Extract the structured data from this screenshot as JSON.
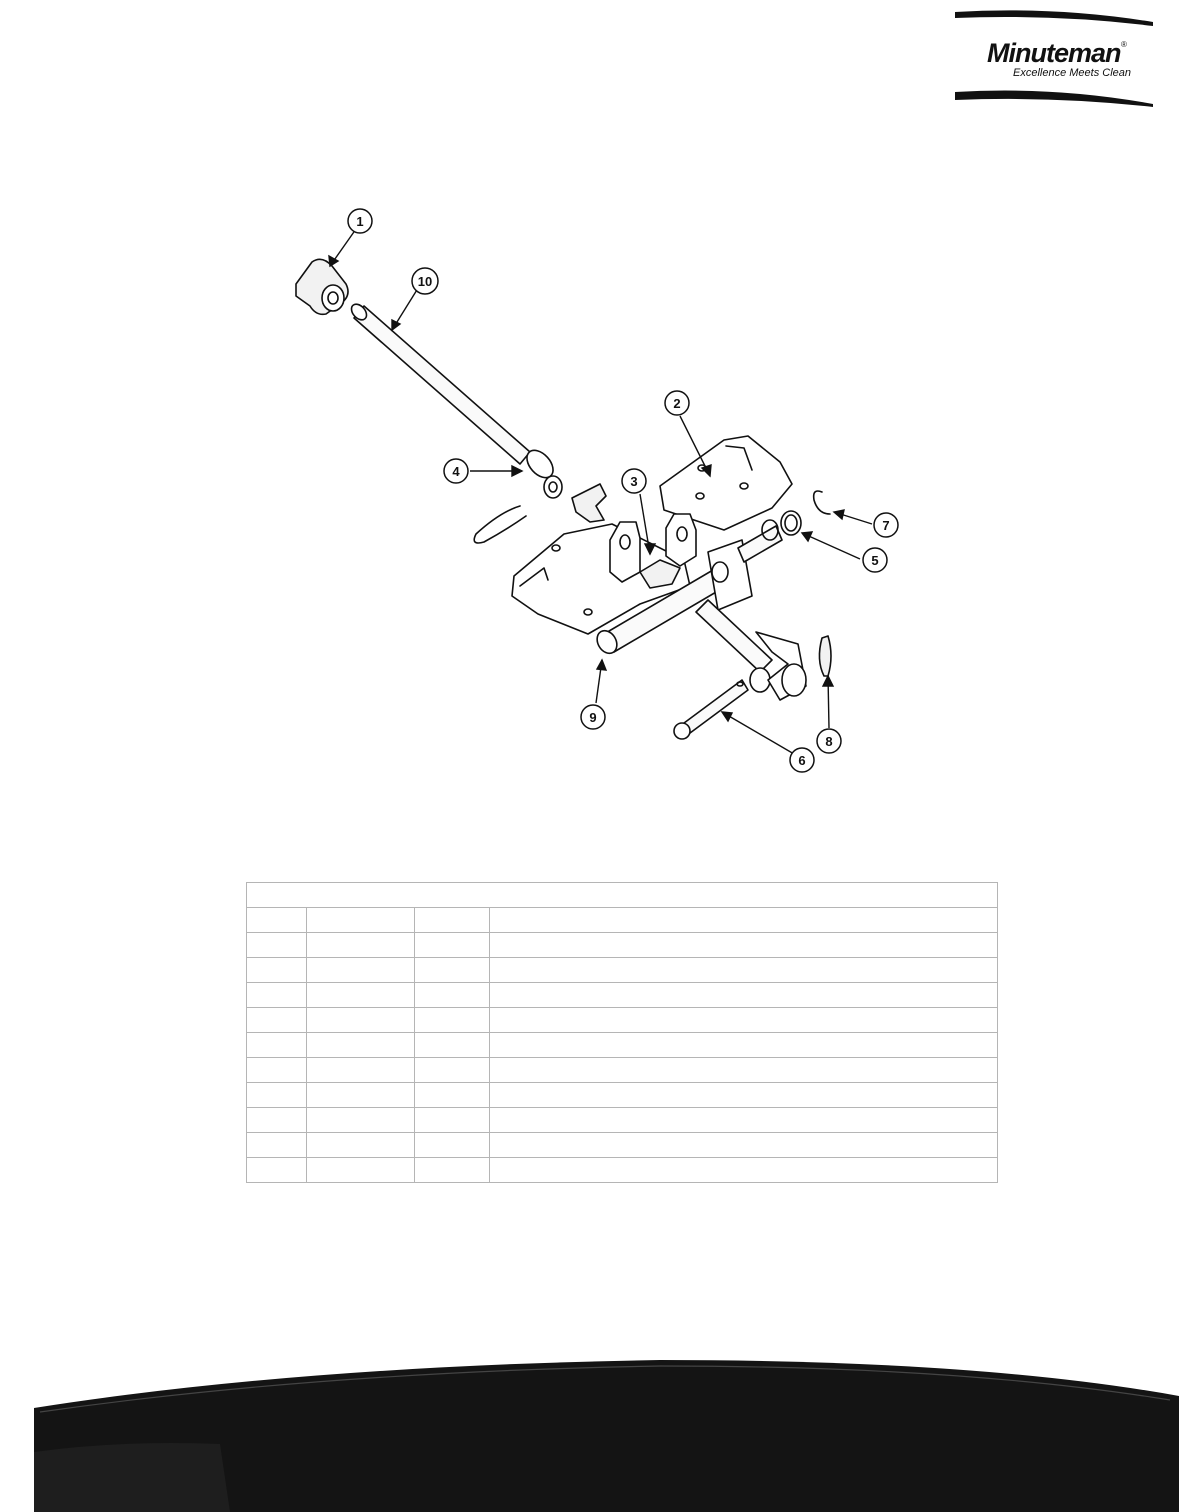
{
  "brand": {
    "name": "Minuteman",
    "registered_mark": "®",
    "tagline": "Excellence Meets Clean"
  },
  "diagram": {
    "callouts": [
      "1",
      "2",
      "3",
      "4",
      "5",
      "6",
      "7",
      "8",
      "9",
      "10"
    ]
  },
  "parts_table": {
    "title": "",
    "headers": [
      "",
      "",
      "",
      ""
    ],
    "rows": [
      [
        "",
        "",
        "",
        ""
      ],
      [
        "",
        "",
        "",
        ""
      ],
      [
        "",
        "",
        "",
        ""
      ],
      [
        "",
        "",
        "",
        ""
      ],
      [
        "",
        "",
        "",
        ""
      ],
      [
        "",
        "",
        "",
        ""
      ],
      [
        "",
        "",
        "",
        ""
      ],
      [
        "",
        "",
        "",
        ""
      ],
      [
        "",
        "",
        "",
        ""
      ],
      [
        "",
        "",
        "",
        ""
      ]
    ]
  }
}
